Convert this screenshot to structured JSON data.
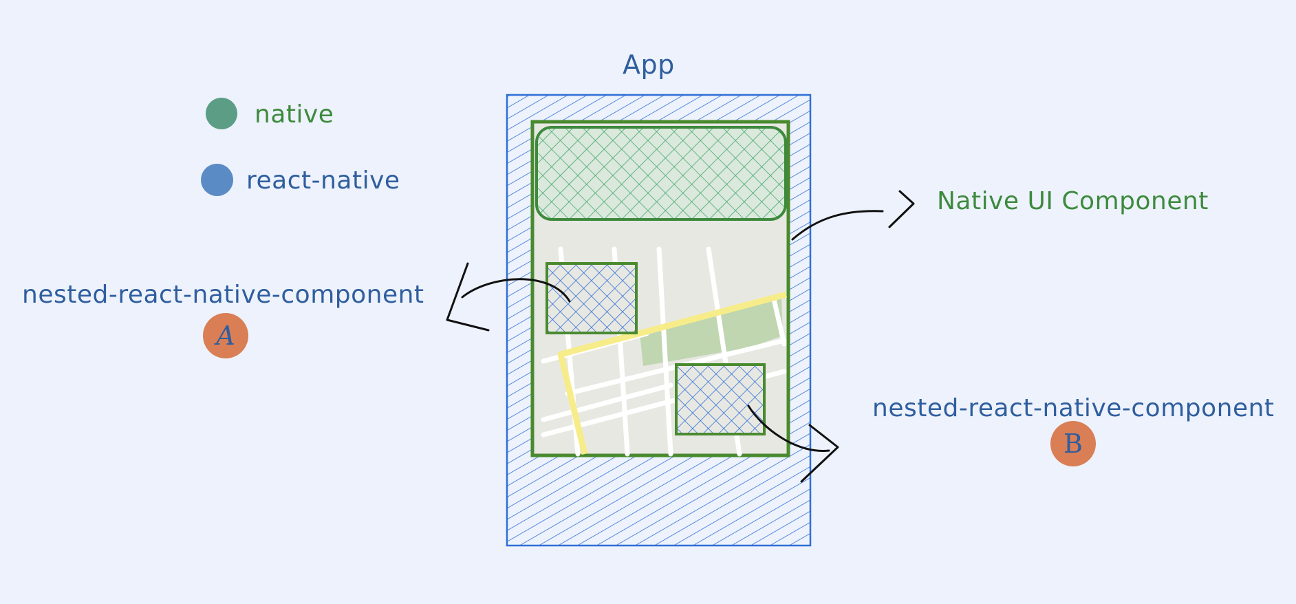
{
  "app_title": "App",
  "legend": {
    "items": [
      {
        "label": "native",
        "color": "#5b9e85"
      },
      {
        "label": "react-native",
        "color": "#5b8bc4"
      }
    ]
  },
  "callouts": {
    "native_ui": {
      "label": "Native UI Component"
    },
    "component_a": {
      "label": "nested-react-native-component",
      "badge": "A"
    },
    "component_b": {
      "label": "nested-react-native-component",
      "badge": "B"
    }
  },
  "colors": {
    "background": "#edf2fc",
    "react_native_blue": "#2f6fd6",
    "native_green": "#3d8a3d",
    "badge_orange": "#d97e55",
    "map_grey": "#e8e8e3",
    "road_yellow": "#f7ec8a",
    "park_green": "#bfd6b0"
  }
}
